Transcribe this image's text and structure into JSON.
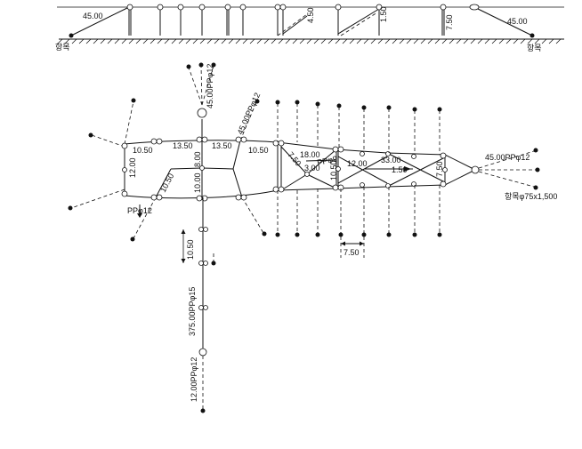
{
  "side_view": {
    "anchor_label_left": "항목",
    "anchor_label_right": "항목",
    "dim_left": "45.00",
    "dim_right": "45.00",
    "dim_4_50": "4.50",
    "dim_1_50": "1.50",
    "dim_7_50": "7.50"
  },
  "plan_view": {
    "top_line_label": "45.00PPφ12",
    "upper_diag_label": "45.00PPφ12",
    "left_pp_label": "PPφ12",
    "seg_10_50_a": "10.50",
    "seg_13_50_a": "13.50",
    "seg_13_50_b": "13.50",
    "seg_10_50_b": "10.50",
    "seg_12_00_left": "12.00",
    "seg_10_50_diag": "10.50",
    "seg_8_00": "8.00",
    "seg_10_00": "10.00",
    "seg_7_50_left": "7.50",
    "seg_18_00": "18.00",
    "pp9_label": "PPφ9",
    "seg_3_00": "3.00",
    "seg_10_50_mid": "10.50",
    "seg_12_00_mid": "12.00",
    "seg_33_00": "33.00",
    "seg_1_50": "1.50",
    "seg_7_50_right": "7.50",
    "right_line_label": "45.00PPφ12",
    "right_anchor_label": "항목φ75x1,500",
    "bottom_spacing": "7.50",
    "vertical_10_50": "10.50",
    "vertical_375": "375.00PPφ15",
    "vertical_12": "12.00PPφ12"
  }
}
